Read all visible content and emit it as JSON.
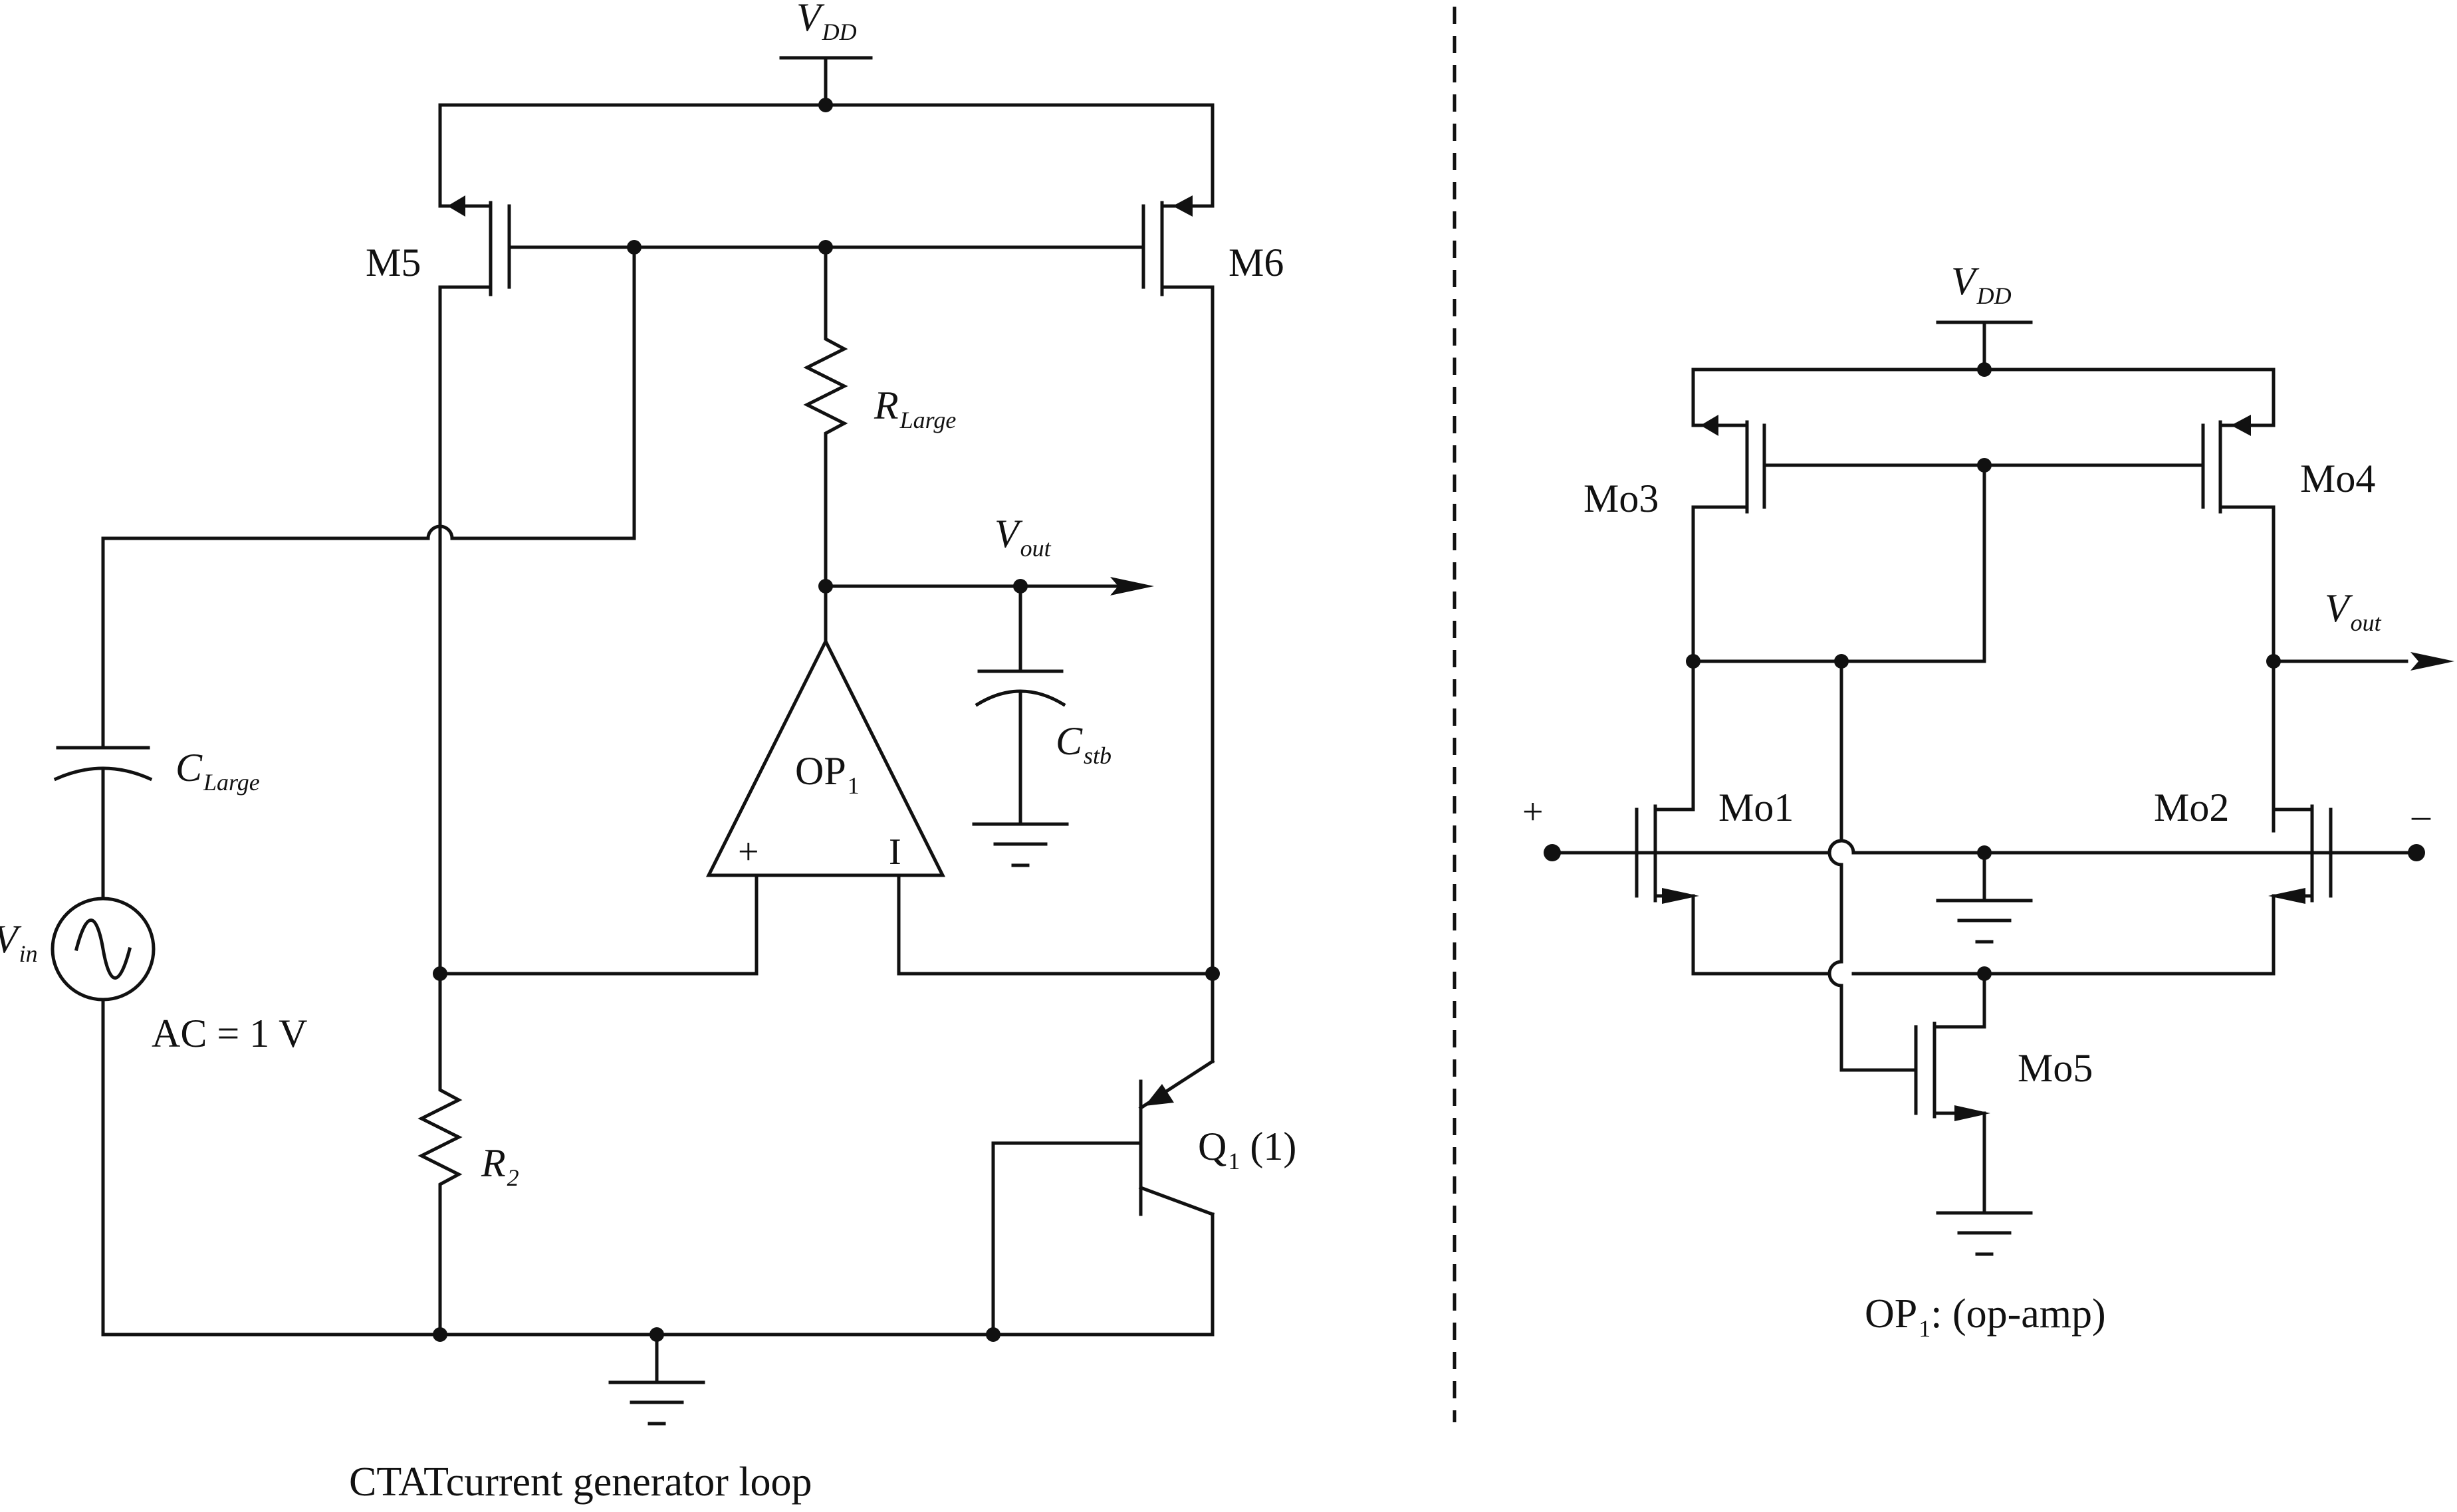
{
  "left_circuit": {
    "vdd": {
      "main": "V",
      "sub": "DD"
    },
    "m5": "M5",
    "m6": "M6",
    "r_large": {
      "main": "R",
      "sub": "Large"
    },
    "vout": {
      "main": "V",
      "sub": "out"
    },
    "op1": {
      "main": "OP",
      "sub": "1"
    },
    "op1_plus": "+",
    "op1_minus": "I",
    "c_stb": {
      "main": "C",
      "sub": "stb"
    },
    "c_large": {
      "main": "C",
      "sub": "Large"
    },
    "vin": {
      "main": "V",
      "sub": "in"
    },
    "ac": "AC = 1 V",
    "r2": {
      "main": "R",
      "sub": "2"
    },
    "q1": {
      "main": "Q",
      "sub": "1",
      "tail": " (1)"
    },
    "caption": "CTATcurrent generator loop"
  },
  "right_circuit": {
    "vdd": {
      "main": "V",
      "sub": "DD"
    },
    "mo3": "Mo3",
    "mo4": "Mo4",
    "vout": {
      "main": "V",
      "sub": "out"
    },
    "mo1": "Mo1",
    "mo2": "Mo2",
    "plus": "+",
    "minus": "–",
    "mo5": "Mo5",
    "caption": {
      "main": "OP",
      "sub": "1",
      "tail": ": (op-amp)"
    }
  }
}
